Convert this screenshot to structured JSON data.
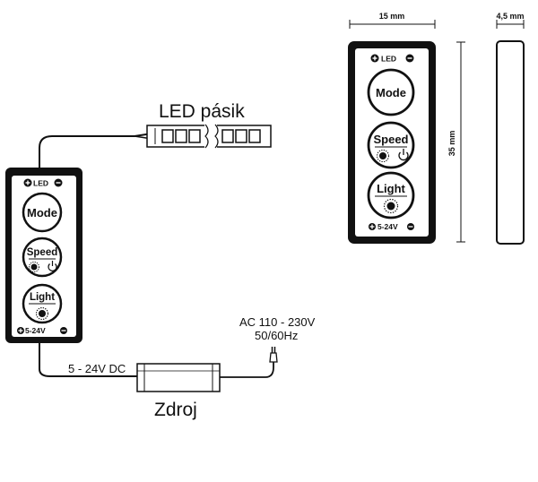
{
  "labels": {
    "led_strip": "LED pásik",
    "power_supply": "Zdroj",
    "dc_voltage": "5 - 24V DC",
    "ac_voltage": "AC  110 - 230V",
    "ac_frequency": "50/60Hz"
  },
  "controller": {
    "led_label": "LED",
    "voltage_label": "5-24V",
    "buttons": {
      "mode": "Mode",
      "speed": "Speed",
      "light": "Light"
    }
  },
  "dimensions": {
    "width": "15 mm",
    "height": "35 mm",
    "depth": "4,5 mm"
  }
}
